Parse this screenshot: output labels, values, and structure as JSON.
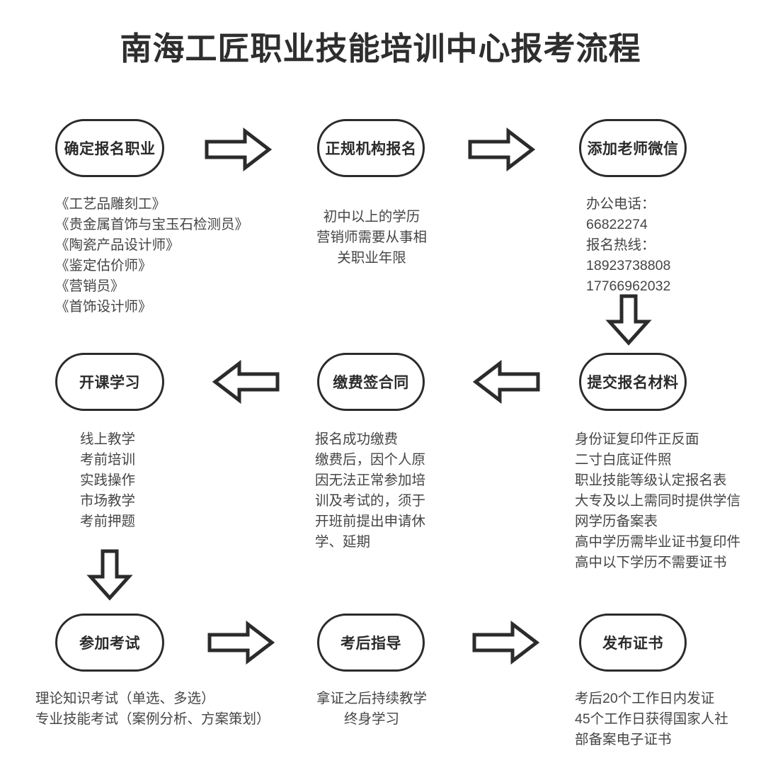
{
  "page": {
    "title": "南海工匠职业技能培训中心报考流程",
    "background": "#ffffff",
    "stroke_color": "#2b2b2b",
    "text_color": "#454545"
  },
  "flow": {
    "nodes": [
      {
        "id": "step-1",
        "label": "确定报名职业"
      },
      {
        "id": "step-2",
        "label": "正规机构报名"
      },
      {
        "id": "step-3",
        "label": "添加老师微信"
      },
      {
        "id": "step-4",
        "label": "开课学习"
      },
      {
        "id": "step-5",
        "label": "缴费签合同"
      },
      {
        "id": "step-6",
        "label": "提交报名材料"
      },
      {
        "id": "step-7",
        "label": "参加考试"
      },
      {
        "id": "step-8",
        "label": "考后指导"
      },
      {
        "id": "step-9",
        "label": "发布证书"
      }
    ],
    "descriptions": {
      "step_1": "《工艺品雕刻工》\n《贵金属首饰与宝玉石检测员》\n《陶瓷产品设计师》\n《鉴定估价师》\n《营销员》\n《首饰设计师》",
      "step_2": "初中以上的学历\n营销师需要从事相\n关职业年限",
      "step_3": "办公电话：\n66822274\n报名热线：\n18923738808\n17766962032",
      "step_4": "线上教学\n考前培训\n实践操作\n市场教学\n考前押题",
      "step_5": "报名成功缴费\n缴费后，因个人原\n因无法正常参加培\n训及考试的，须于\n开班前提出申请休\n学、延期",
      "step_6": "身份证复印件正反面\n二寸白底证件照\n职业技能等级认定报名表\n大专及以上需同时提供学信\n网学历备案表\n高中学历需毕业证书复印件\n高中以下学历不需要证书",
      "step_7": "理论知识考试（单选、多选）\n专业技能考试（案例分析、方案策划）",
      "step_8": "拿证之后持续教学\n终身学习",
      "step_9": "考后20个工作日内发证\n45个工作日获得国家人社\n部备案电子证书"
    },
    "arrows": [
      {
        "id": "arrow-1-to-2",
        "direction": "right"
      },
      {
        "id": "arrow-2-to-3",
        "direction": "right"
      },
      {
        "id": "arrow-3-to-6",
        "direction": "down"
      },
      {
        "id": "arrow-6-to-5",
        "direction": "left"
      },
      {
        "id": "arrow-5-to-4",
        "direction": "left"
      },
      {
        "id": "arrow-4-to-7",
        "direction": "down"
      },
      {
        "id": "arrow-7-to-8",
        "direction": "right"
      },
      {
        "id": "arrow-8-to-9",
        "direction": "right"
      }
    ]
  }
}
